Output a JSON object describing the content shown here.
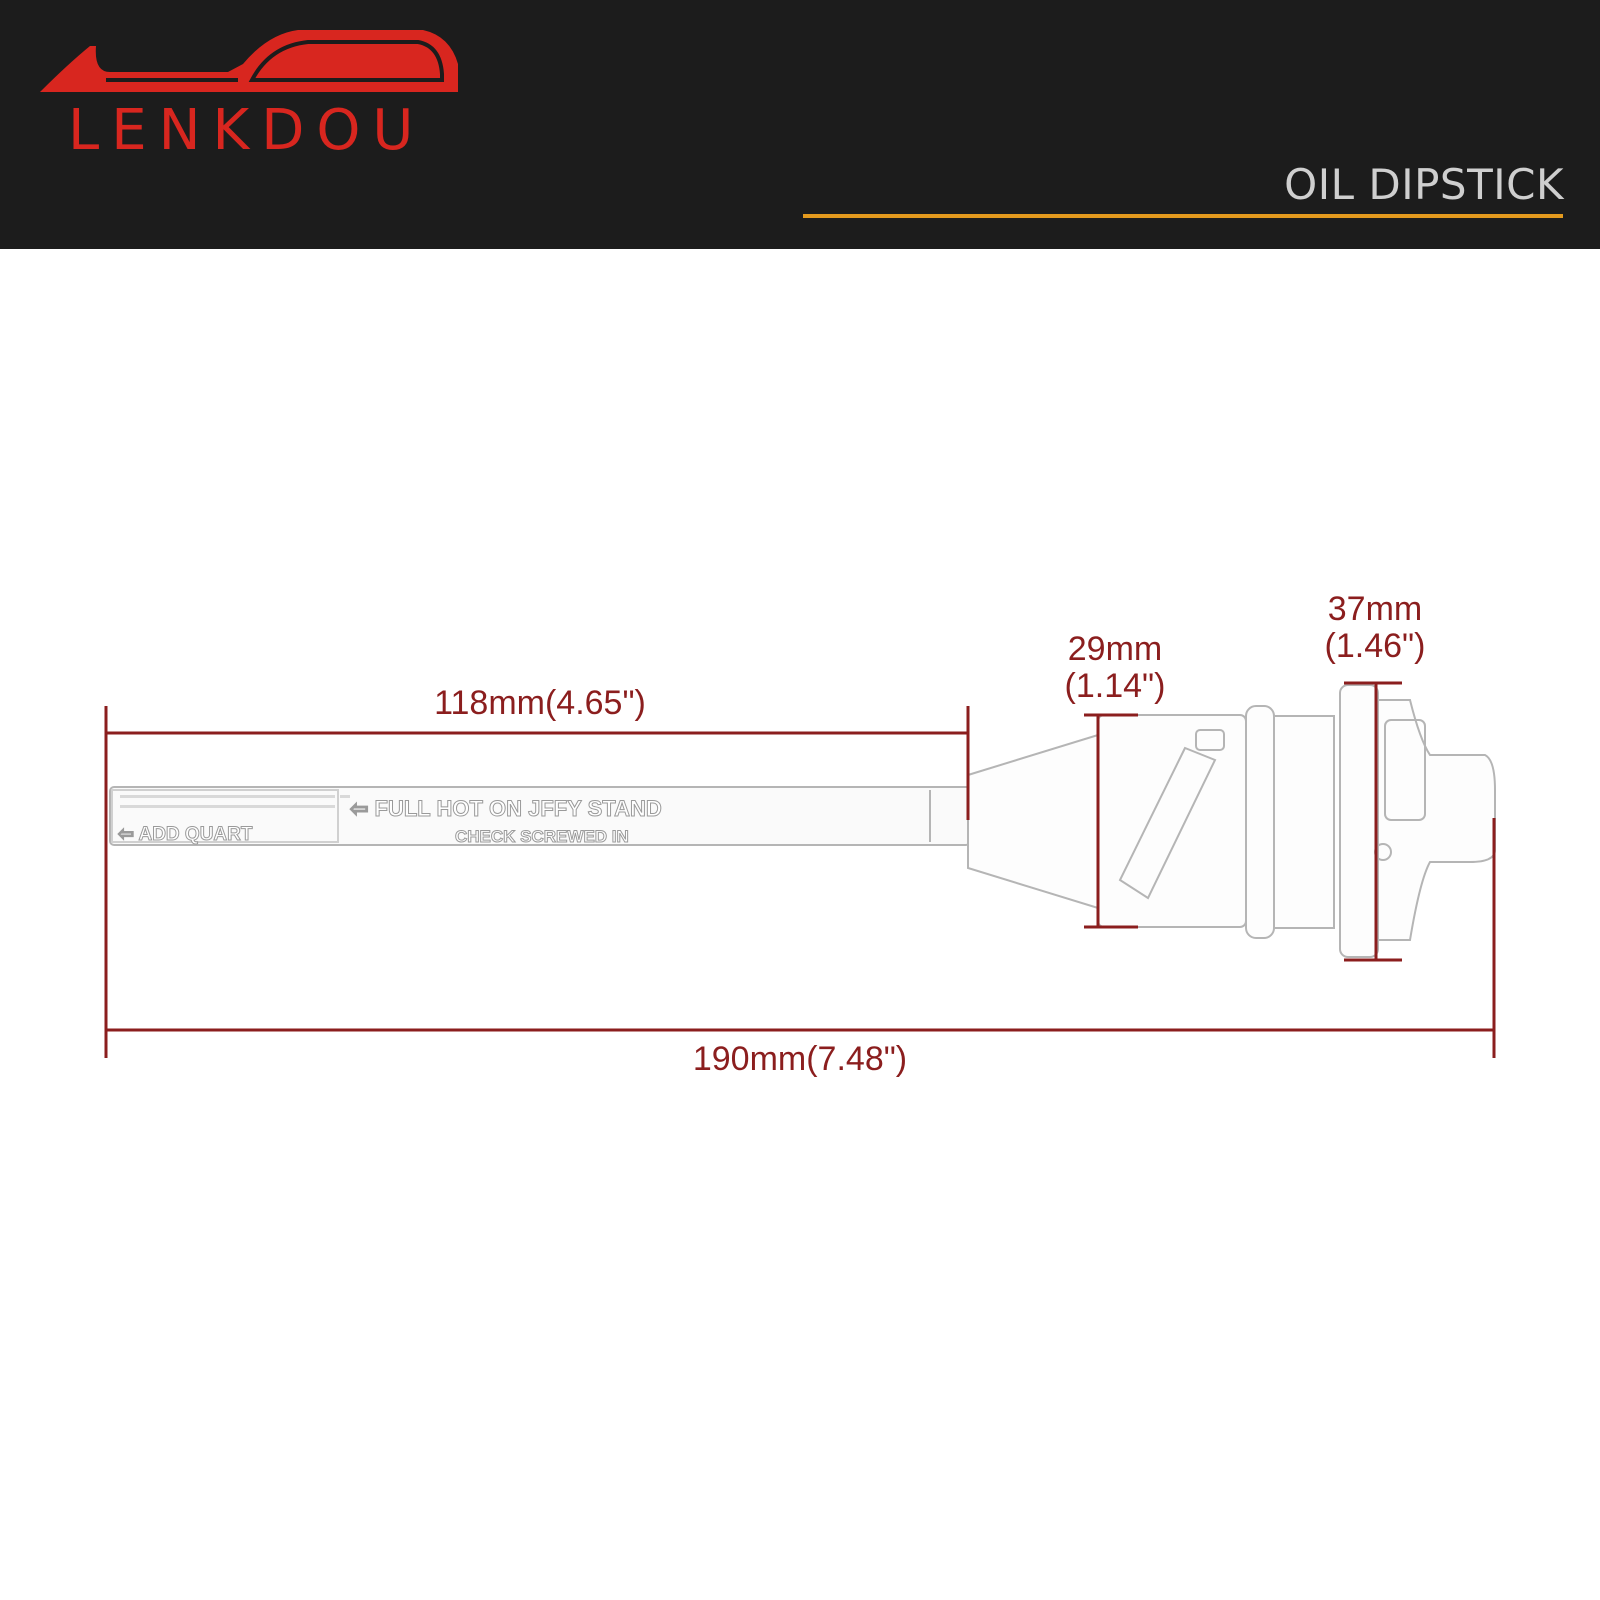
{
  "header": {
    "brand": "LENKDOU",
    "title": "OIL DIPSTICK",
    "brand_color": "#d8261f",
    "accent_line_color": "#e49a1e",
    "background": "#1c1c1c"
  },
  "part": {
    "stick_text_1": "⇦ ADD QUART",
    "stick_text_2": "⇦ FULL HOT ON JFFY STAND",
    "stick_text_3": "CHECK SCREWED IN"
  },
  "dimensions": {
    "stick_length": "118mm(4.65\")",
    "total_length": "190mm(7.48\")",
    "body_diameter_mm": "29mm",
    "body_diameter_in": "(1.14\")",
    "cap_diameter_mm": "37mm",
    "cap_diameter_in": "(1.46\")",
    "color": "#8b1e1e"
  }
}
